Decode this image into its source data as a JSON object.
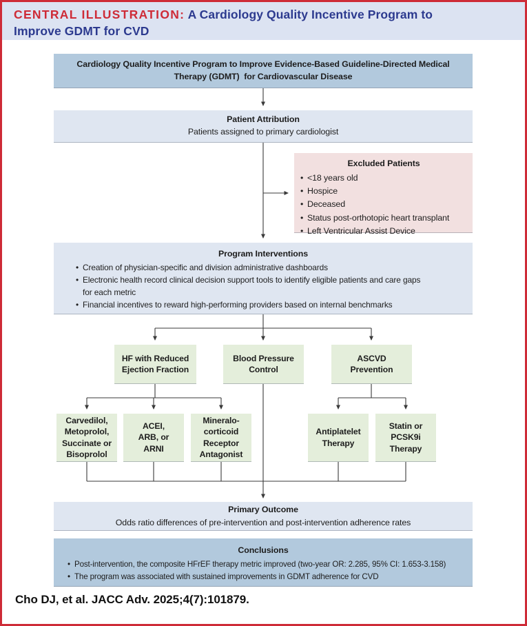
{
  "header": {
    "label": "CENTRAL ILLUSTRATION:",
    "title": " A Cardiology Quality Incentive Program to Improve GDMT for CVD"
  },
  "flow": {
    "program_title": "Cardiology Quality Incentive Program to Improve Evidence-Based Guideline-Directed Medical\nTherapy (GDMT)  for Cardiovascular Disease",
    "patient_attribution": {
      "title": "Patient Attribution",
      "subtitle": "Patients assigned to primary cardiologist"
    },
    "excluded": {
      "title": "Excluded Patients",
      "items": [
        "<18 years old",
        "Hospice",
        "Deceased",
        "Status post-orthotopic heart transplant",
        "Left Ventricular Assist Device"
      ]
    },
    "interventions": {
      "title": "Program Interventions",
      "items": [
        "Creation of physician-specific and division administrative dashboards",
        "Electronic health record clinical decision support tools to identify eligible patients and care gaps\nfor each metric",
        "Financial incentives to reward high-performing providers based on internal benchmarks"
      ]
    },
    "metrics": {
      "hfref": "HF with Reduced\nEjection Fraction",
      "bp": "Blood Pressure\nControl",
      "ascvd": "ASCVD\nPrevention"
    },
    "therapies": {
      "beta_blockers": "Carvedilol,\nMetoprolol,\nSuccinate or\nBisoprolol",
      "acei_arb_arni": "ACEI,\nARB, or\nARNI",
      "mra": "Mineralo-\ncorticoid\nReceptor\nAntagonist",
      "antiplatelet": "Antiplatelet\nTherapy",
      "statin_pcsk9i": "Statin or\nPCSK9i\nTherapy"
    },
    "primary_outcome": {
      "title": "Primary Outcome",
      "subtitle": "Odds ratio differences of pre-intervention and post-intervention adherence rates"
    },
    "conclusions": {
      "title": "Conclusions",
      "items": [
        "Post-intervention, the composite HFrEF therapy metric improved (two-year OR: 2.285, 95% CI: 1.653-3.158)",
        "The program was associated with sustained improvements in GDMT adherence for CVD"
      ]
    }
  },
  "footer": {
    "citation": "Cho DJ, et al. JACC Adv. 2025;4(7):101879."
  },
  "colors": {
    "accent_red": "#ce2b37",
    "title_navy": "#2c3a8f",
    "band_blue": "#dce3f2",
    "box_blue_medium": "#b2c9dd",
    "box_blue_light": "#dfe6f1",
    "box_pink": "#f2e0e0",
    "box_green": "#e4eedb",
    "connector": "#3a3a3a"
  }
}
